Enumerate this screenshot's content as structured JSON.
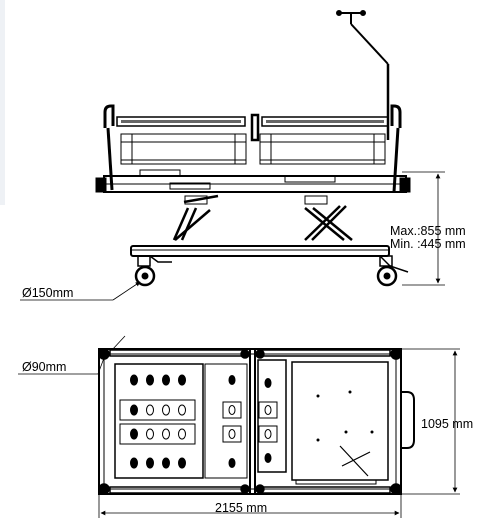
{
  "side_view": {
    "height_max_label": "Max.:855 mm",
    "height_min_label": "Min. :445 mm",
    "castor_label": "Ø150mm"
  },
  "top_view": {
    "castor_label": "Ø90mm",
    "width_label": "1095 mm",
    "length_label": "2155 mm"
  },
  "colors": {
    "line": "#000000",
    "background": "#ffffff",
    "edge_strip": "#eef1f5"
  }
}
